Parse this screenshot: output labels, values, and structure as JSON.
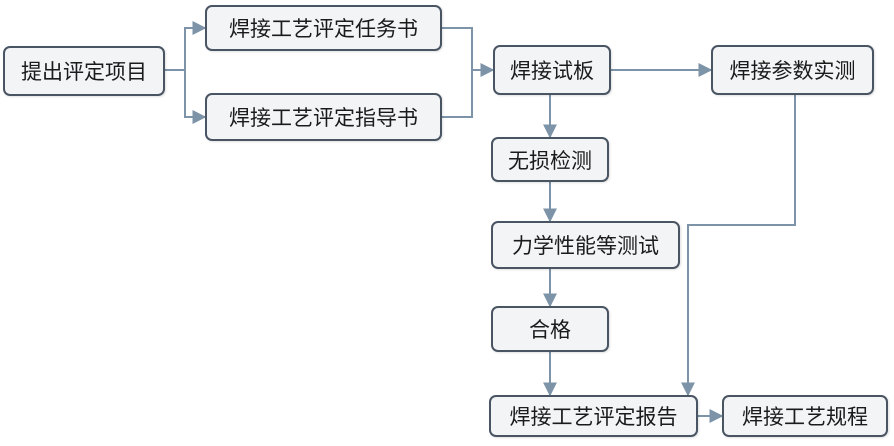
{
  "diagram": {
    "nodes": {
      "propose": "提出评定项目",
      "task": "焊接工艺评定任务书",
      "guide": "焊接工艺评定指导书",
      "plate": "焊接试板",
      "measure": "焊接参数实测",
      "ndt": "无损检测",
      "mech": "力学性能等测试",
      "pass": "合格",
      "report": "焊接工艺评定报告",
      "procedure": "焊接工艺规程"
    },
    "connector_color": "#7d93a8"
  }
}
